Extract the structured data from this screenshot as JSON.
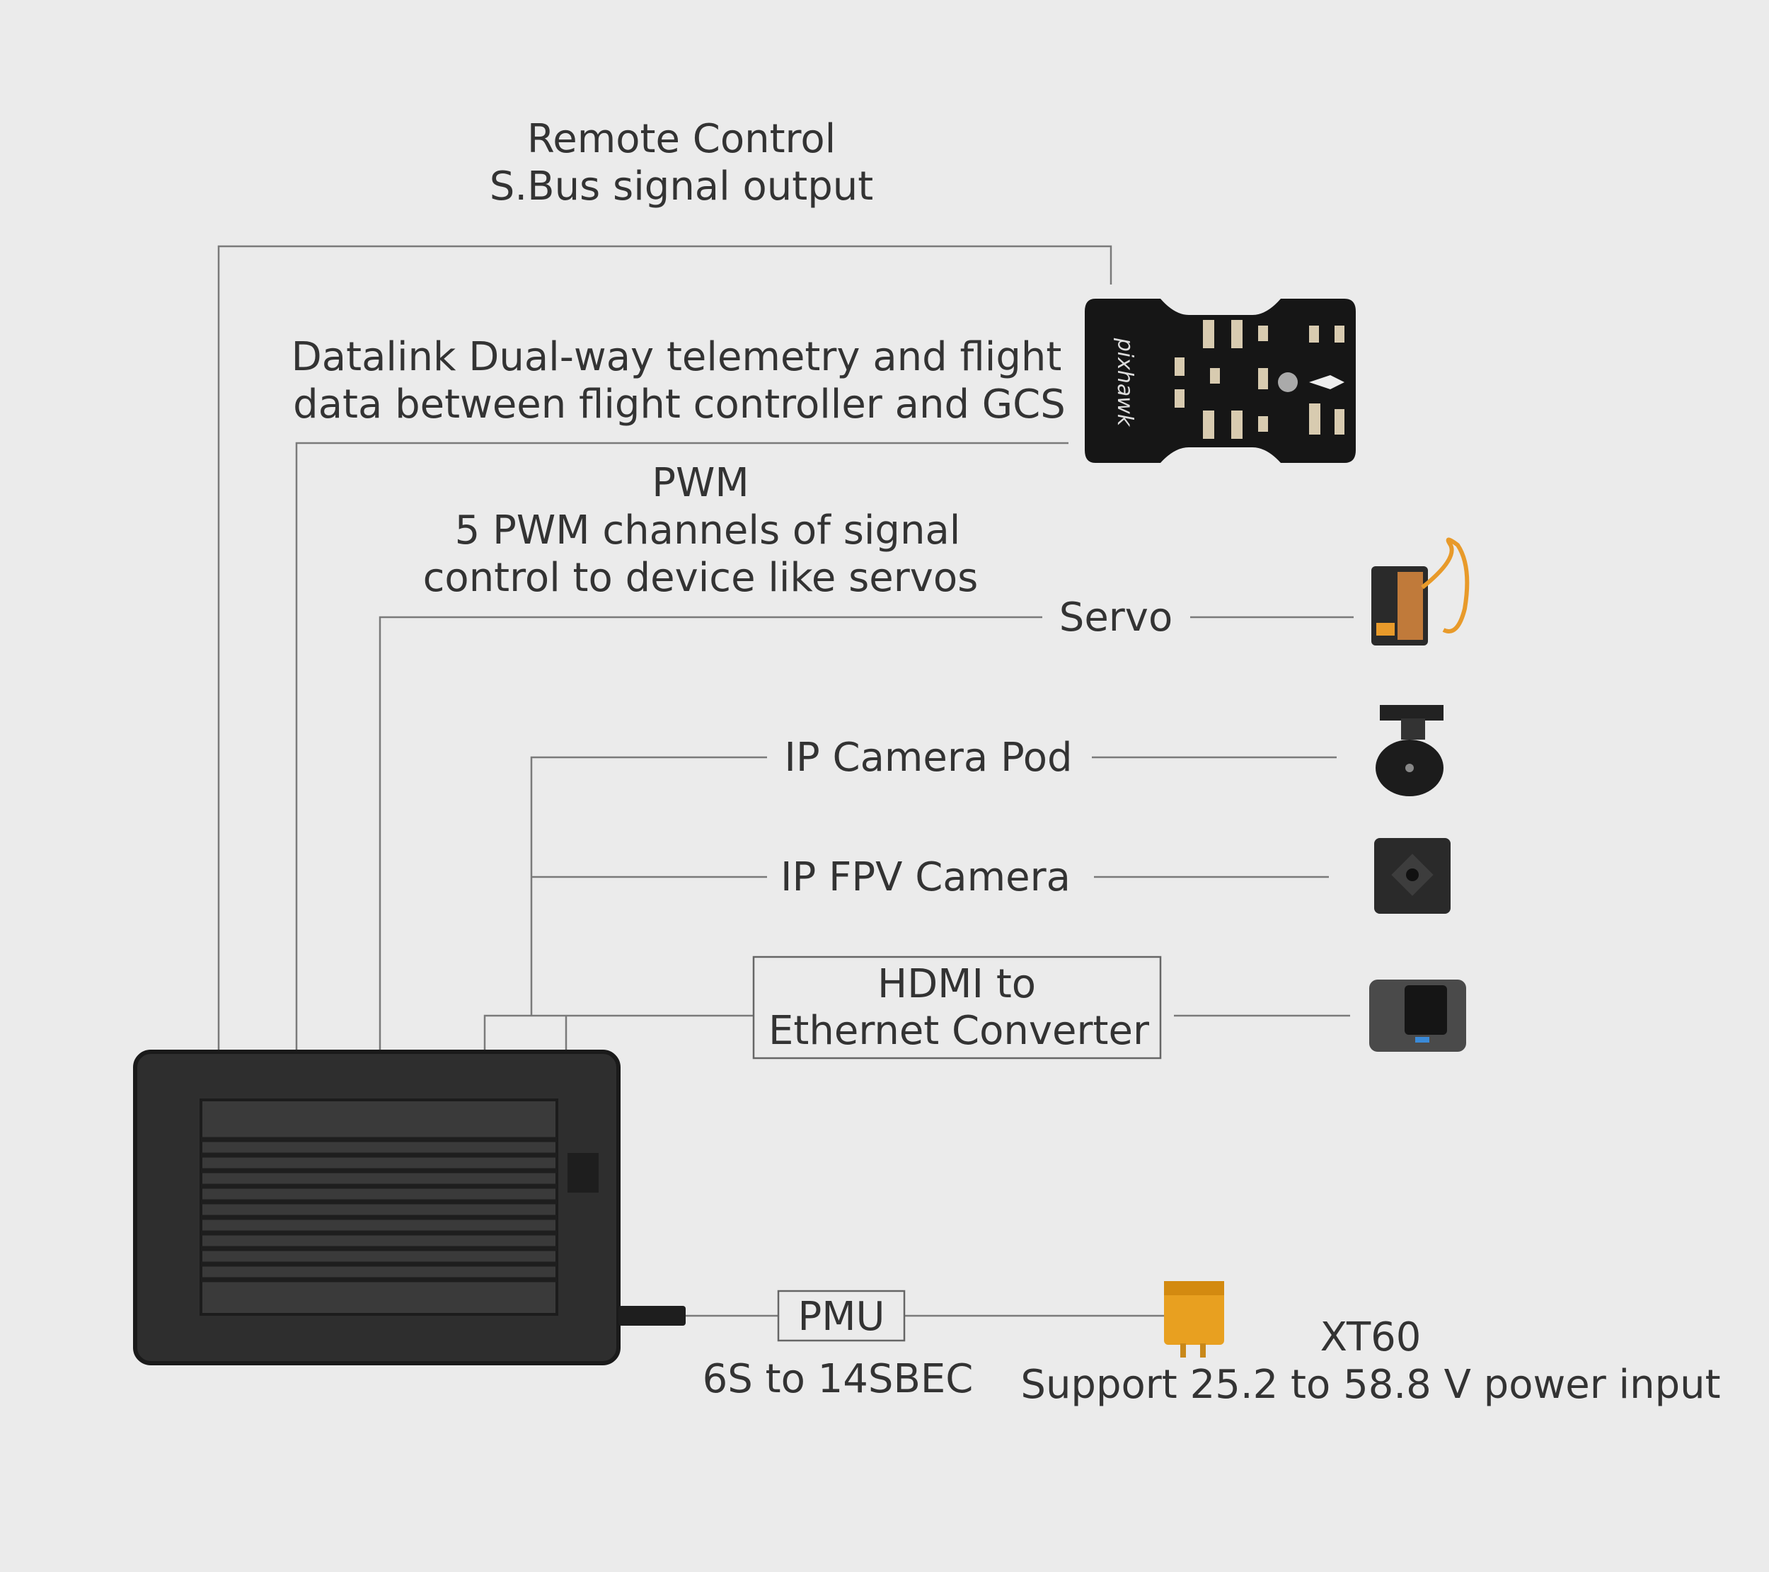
{
  "labels": {
    "remote_control": [
      "Remote Control",
      "S.Bus signal output"
    ],
    "datalink": [
      "Datalink Dual-way telemetry and flight",
      "data between flight controller and GCS"
    ],
    "pwm": [
      "PWM",
      "5 PWM channels of signal",
      "control to device like servos"
    ],
    "servo": "Servo",
    "ip_camera_pod": "IP Camera Pod",
    "ip_fpv_camera": "IP FPV Camera",
    "hdmi_converter": [
      "HDMI to",
      "Ethernet Converter"
    ],
    "pmu": "PMU",
    "pmu_note": "6S to 14SBEC",
    "xt60": [
      "XT60",
      "Support 25.2 to 58.8 V power input"
    ]
  },
  "devices": {
    "flight_controller_logo": "pixhawk"
  },
  "colors": {
    "background": "#ebebeb",
    "text": "#333333",
    "line": "#7a7a7a",
    "xt60": "#e8a020",
    "servo_accent": "#e89a2a"
  }
}
